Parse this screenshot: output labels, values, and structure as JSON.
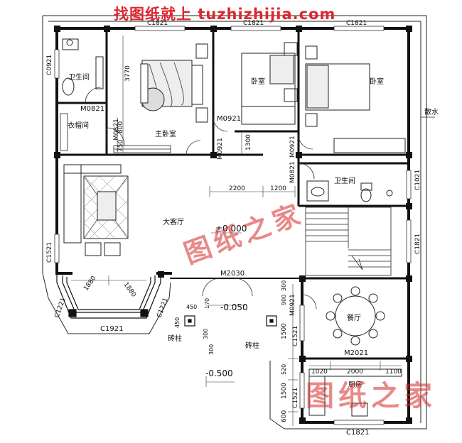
{
  "watermark_top": "找图纸就上 tuzhizhijia.com",
  "watermark_mid": "图纸之家",
  "watermark_bottom": "图纸之家",
  "rooms": {
    "wc1": "卫生间",
    "closet": "衣帽间",
    "master": "主卧室",
    "bed2": "卧室",
    "bed3": "卧室",
    "wc2": "卫生间",
    "living": "大客厅",
    "dining": "餐厅",
    "kitchen": "厨房"
  },
  "labels": {
    "drain": "散水",
    "pillar_left": "砖柱",
    "pillar_right": "砖柱"
  },
  "levels": {
    "main": "±0.000",
    "porch": "-0.050",
    "outside": "-0.500"
  },
  "doors": {
    "m0821_a": "M0821",
    "m0821_b": "M0821",
    "m0821_c": "M0821",
    "m0921_a": "M0921",
    "m0921_b": "M0921",
    "m0921_c": "M0921",
    "m0921_d": "M0921",
    "m2030": "M2030",
    "m2021": "M2021"
  },
  "windows": {
    "c0921": "C0921",
    "c1521_left": "C1521",
    "c1221_a": "C1221",
    "c1221_b": "C1221",
    "c1921_bay": "C1921",
    "c1021": "C1021",
    "c1821_right": "C1821",
    "c1521_dining": "C1521",
    "c1521_kitchen": "C1521",
    "c1821_bottom": "C1821",
    "c1821_top_a": "C1821",
    "c1821_top_b": "C1821",
    "c1821_top_c": "C1821"
  },
  "dims": {
    "d3770": "3770",
    "d800": "800",
    "d750": "750",
    "d1300": "1300",
    "d2200": "2200",
    "d1200": "1200",
    "d1880_a": "1880",
    "d1880_b": "1880",
    "d450_a": "450",
    "d170": "170",
    "d450_b": "450",
    "d300_a": "300",
    "d300_b": "300",
    "d1020": "1020",
    "d2000": "2000",
    "d1100": "1100",
    "d1500_a": "1500",
    "d1500_b": "1500",
    "d600": "600",
    "d520": "520",
    "d900": "900",
    "d300_c": "300"
  },
  "colors": {
    "wall": "#111111",
    "watermark": "#e0262f"
  }
}
